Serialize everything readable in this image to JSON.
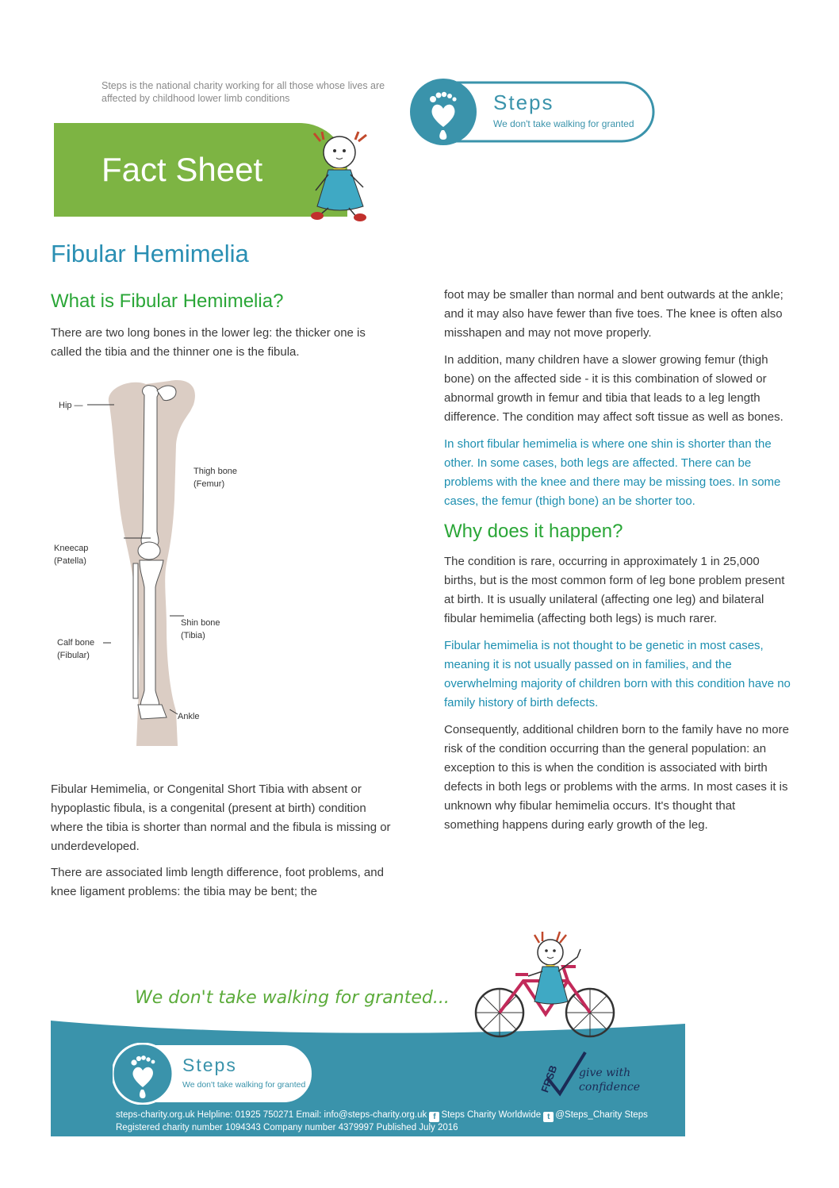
{
  "header": {
    "tagline": "Steps is the national charity working for all those whose lives are affected by childhood lower limb conditions",
    "logo": {
      "name": "Steps",
      "slogan": "We don't take walking for granted"
    },
    "banner_title": "Fact Sheet"
  },
  "page_title": "Fibular Hemimelia",
  "left_column": {
    "heading": "What is Fibular Hemimelia?",
    "intro": " There are two long bones in the lower leg: the thicker one is called the tibia and the thinner one is the fibula.",
    "diagram_labels": {
      "hip": "Hip —",
      "thigh": "Thigh bone",
      "femur": "(Femur)",
      "kneecap": "Kneecap",
      "patella": "(Patella)",
      "shin": "Shin bone",
      "tibia": "(Tibia)",
      "calf": "Calf bone",
      "fibular": "(Fibular)",
      "ankle": "Ankle"
    },
    "definition": "Fibular Hemimelia, or Congenital Short Tibia with absent or hypoplastic fibula, is a congenital (present at birth) condition where the tibia is shorter than normal and the fibula is missing or underdeveloped.",
    "associated": "There are associated limb length difference, foot problems, and knee ligament problems: the tibia may be bent; the"
  },
  "right_column": {
    "p1": "foot may be smaller than normal and bent outwards at the ankle; and it may also have fewer than five toes. The knee is often also misshapen and may not move properly.",
    "p2": "In addition, many children have a slower growing femur (thigh bone) on the affected side - it is this combination of slowed or abnormal growth in femur and tibia that leads to a leg length difference. The condition may affect soft tissue as well as bones.",
    "p3_highlight": "In short fibular hemimelia is where one shin is shorter than the other. In some cases, both legs are affected. There can be problems with the knee and there may be missing toes. In some cases, the femur (thigh bone) an be shorter too.",
    "heading": "Why does it happen?",
    "p4": "The condition is rare, occurring in approximately 1 in 25,000 births, but is the most common form of leg bone problem present at birth. It is usually unilateral (affecting one leg) and bilateral fibular hemimelia (affecting both legs) is much rarer.",
    "p5_highlight": "Fibular hemimelia is not thought to be genetic in most cases, meaning it is not usually passed on in families, and the overwhelming majority of children born with this condition have no family history of birth defects.",
    "p6": "Consequently, additional children born to the family have no more risk of the condition occurring than the general population: an exception to this is when the condition is associated with birth defects in both legs or problems with the arms. In most cases it is unknown why fibular hemimelia occurs. It's thought that something happens during early growth of the leg."
  },
  "footer": {
    "slogan": "We don't take walking for granted...",
    "logo": {
      "name": "Steps",
      "slogan": "We don't take walking for granted"
    },
    "fundraising_badge": {
      "abbr": "FRSB",
      "line1": "give with",
      "line2": "confidence"
    },
    "contact": "steps-charity.org.uk Helpline: 01925 750271 Email: info@steps-charity.org.uk",
    "facebook": "Steps Charity Worldwide",
    "twitter": "@Steps_Charity Steps",
    "registration": "Registered charity number 1094343 Company number 4379997 Published July 2016"
  },
  "colors": {
    "green": "#7db443",
    "teal": "#3a93ab",
    "title_blue": "#2a8fb3",
    "heading_green": "#2aa637"
  }
}
